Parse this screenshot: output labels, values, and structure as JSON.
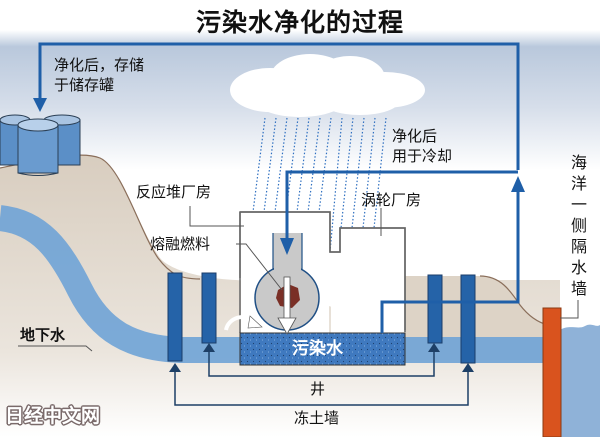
{
  "title": "污染水净化的过程",
  "labels": {
    "storage_line1": "净化后，存储",
    "storage_line2": "于储存罐",
    "cooling_line1": "净化后",
    "cooling_line2": "用于冷却",
    "reactor_building": "反应堆厂房",
    "turbine_building": "涡轮厂房",
    "melted_fuel": "熔融燃料",
    "groundwater": "地下水",
    "contaminated_water": "污染水",
    "well": "井",
    "frozen_wall": "冻土墙",
    "sea_wall": [
      "海",
      "洋",
      "一",
      "侧",
      "隔",
      "水",
      "墙"
    ]
  },
  "watermark": "日经中文网",
  "colors": {
    "flow_blue": "#1f5fa8",
    "well_blue": "#2563a8",
    "groundwater": "#6fa3d6",
    "soil": "#ddd3c6",
    "sea_wall": "#d9531e",
    "sea": "#8fb2d8",
    "fuel": "#7a2f26",
    "arrow_dark": "#1d3f66"
  }
}
